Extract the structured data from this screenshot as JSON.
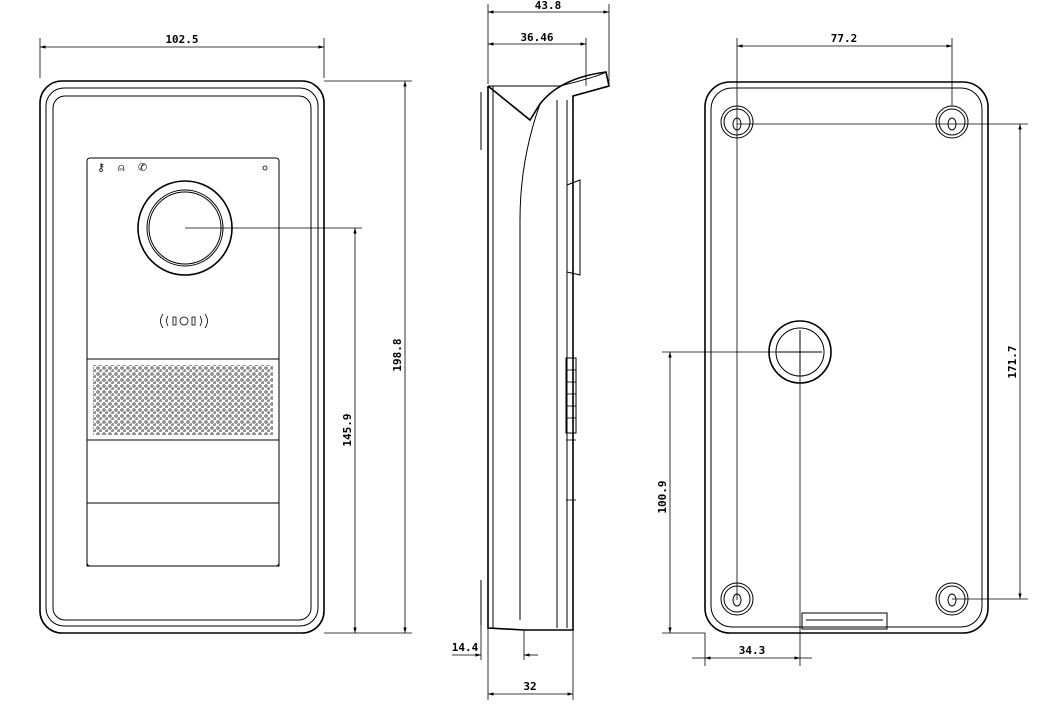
{
  "dimensions": {
    "front_width": "102.5",
    "front_height": "198.8",
    "camera_height": "145.9",
    "side_depth_total": "43.8",
    "side_depth_top": "36.46",
    "side_bottom_offset": "14.4",
    "side_bottom_depth": "32",
    "rear_hole_spacing_h": "77.2",
    "rear_hole_spacing_v": "171.7",
    "rear_center_height": "100.9",
    "rear_center_offset": "34.3"
  },
  "colors": {
    "line": "#000000",
    "background": "#ffffff"
  },
  "icons": [
    "key-icon",
    "door-icon",
    "phone-icon",
    "led-icon",
    "rfid-icon"
  ]
}
